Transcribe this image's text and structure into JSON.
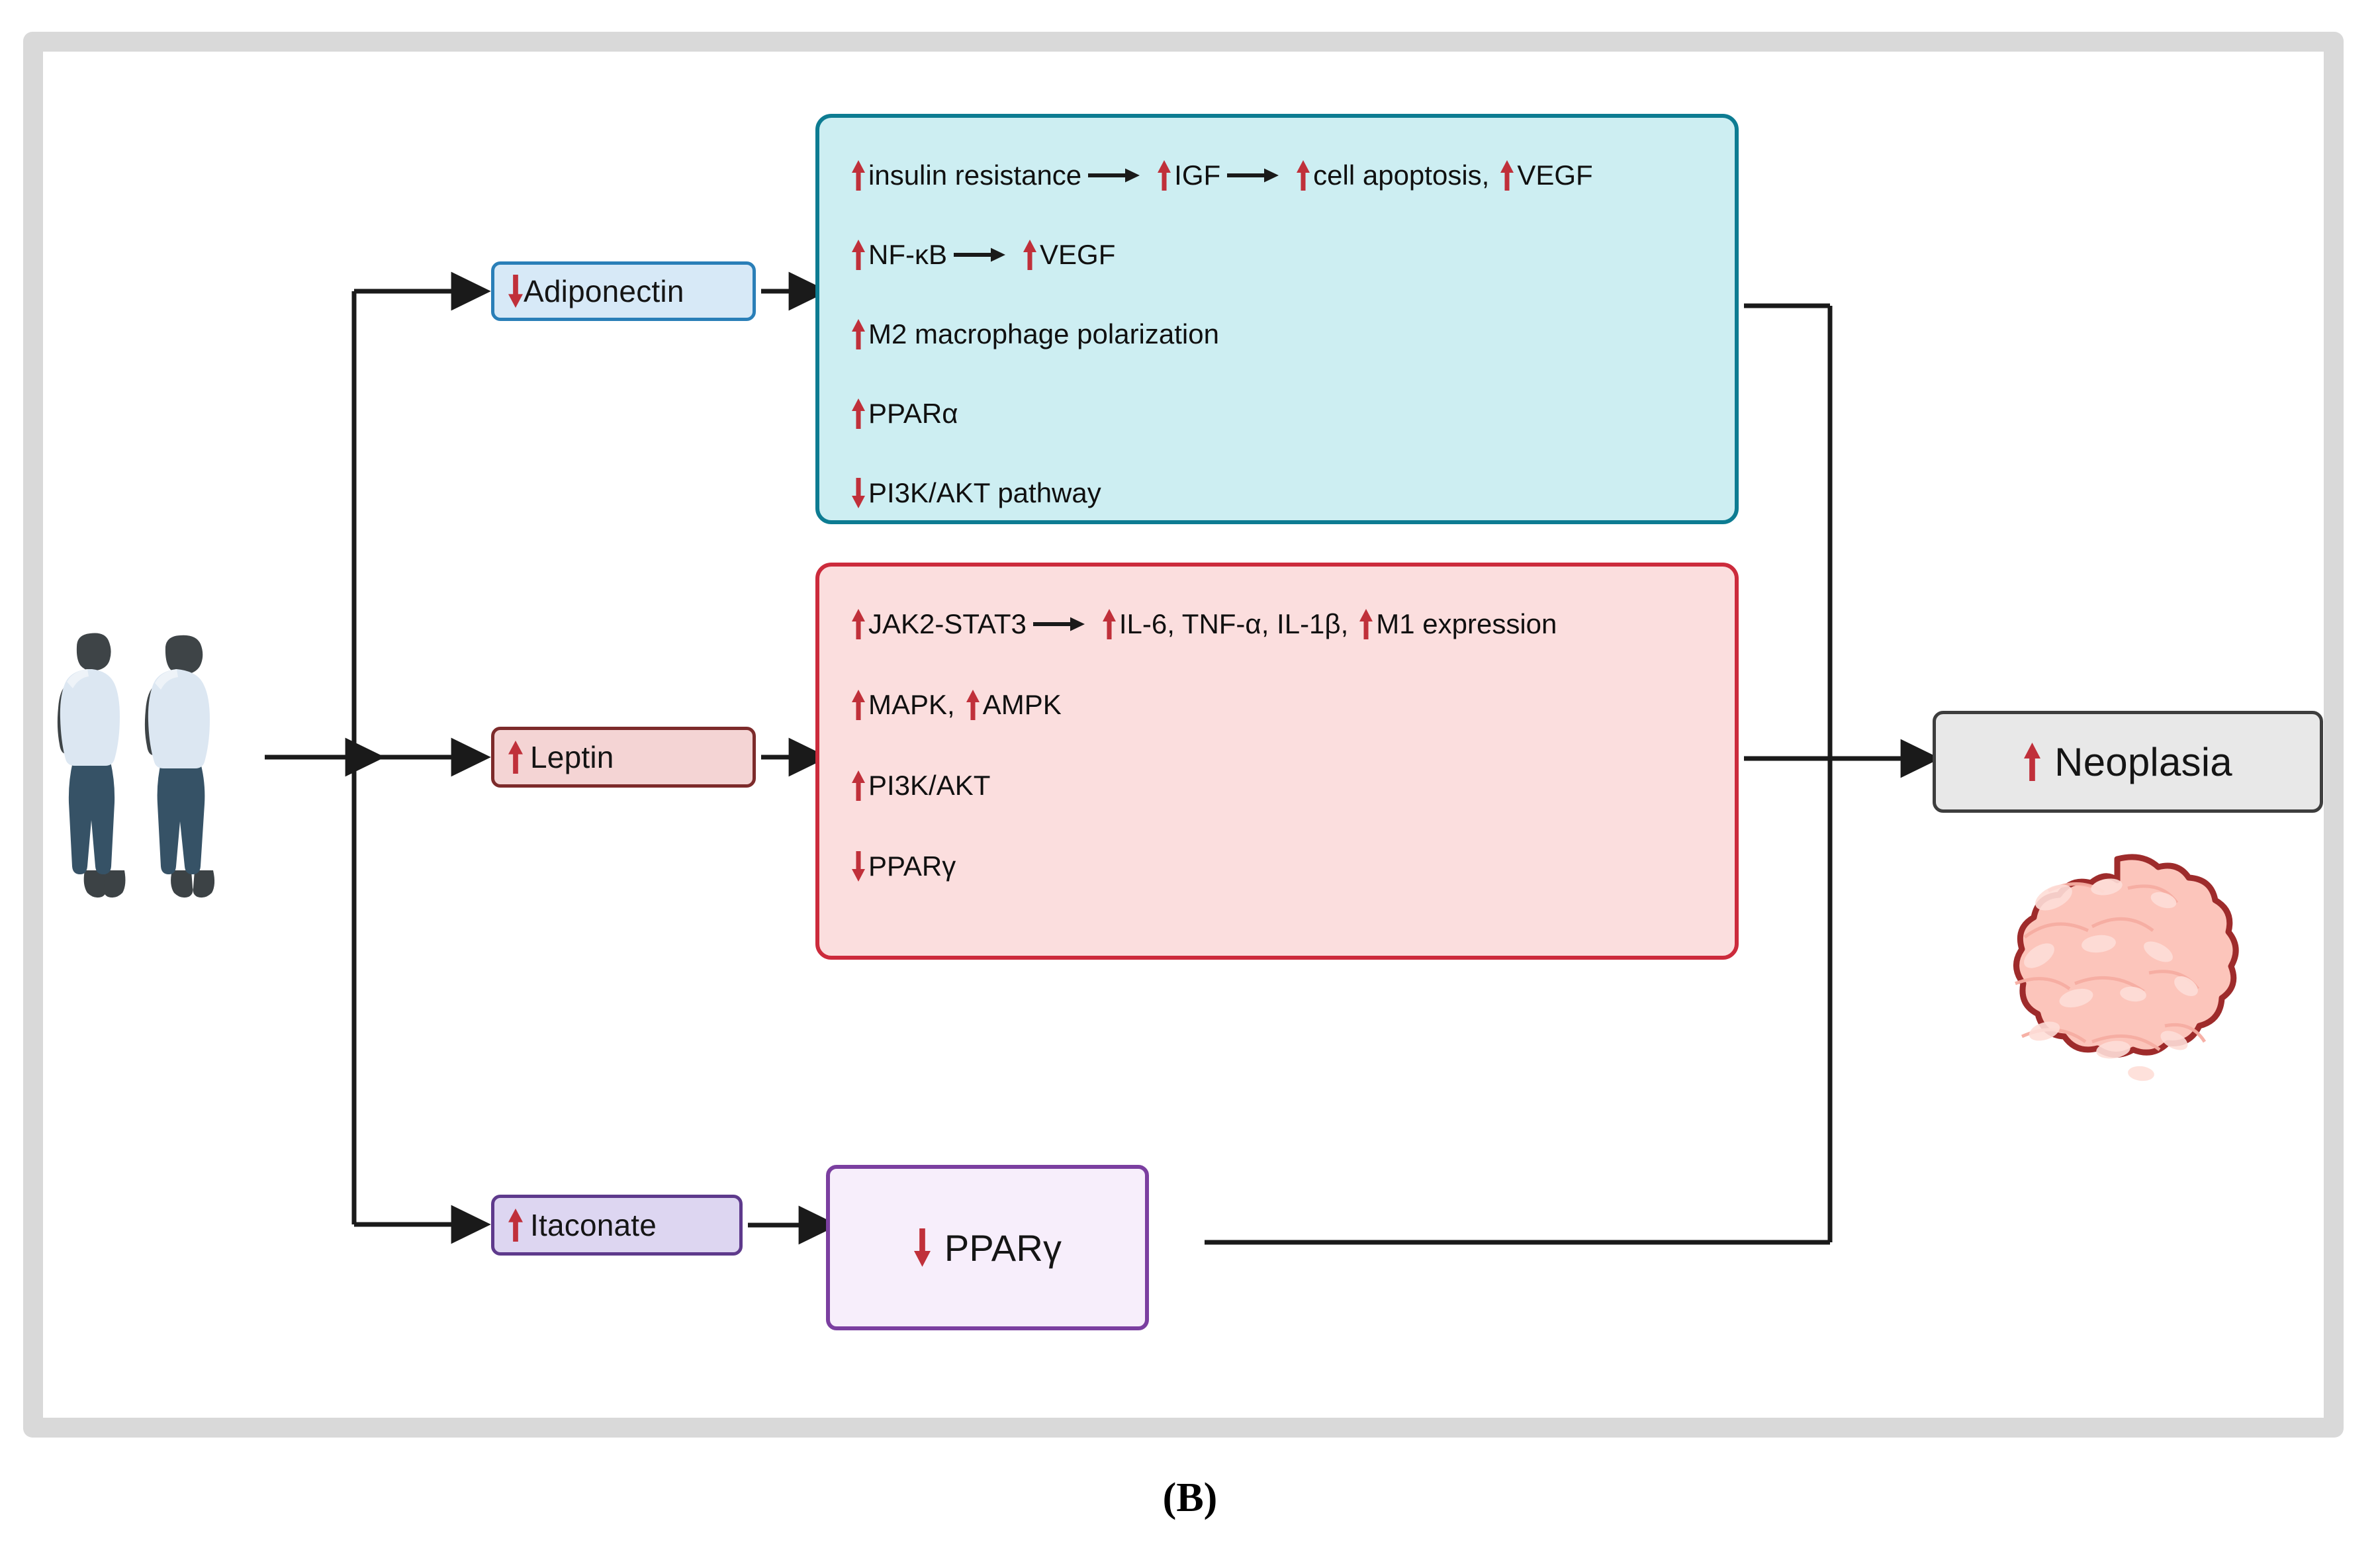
{
  "figure": {
    "panel_label": "(B)",
    "frame_color": "#d9d9d9",
    "accent_red": "#c0303a",
    "accent_teal": "#0d7c92",
    "accent_crimson": "#cc2b3c",
    "accent_purple": "#7b3fa0",
    "accent_blue": "#2a7fb8"
  },
  "source": {
    "label": "obese-people-illustration",
    "shirt_color": "#dce7f2",
    "pants_color": "#3d5a6c",
    "body_color": "#454b4e"
  },
  "outcome_art": {
    "label": "tumor-illustration",
    "fill_color": "#fcc5bb",
    "outline_color": "#9e2b2b"
  },
  "nodes": [
    {
      "id": "adiponectin",
      "arrow": "down",
      "label": "Adiponectin",
      "fill": "#d7e9f7",
      "border": "#2a7fb8"
    },
    {
      "id": "leptin",
      "arrow": "up",
      "label": "Leptin",
      "fill": "#f4d4d4",
      "border": "#7d2b2b"
    },
    {
      "id": "itaconate",
      "arrow": "up",
      "label": "Itaconate",
      "fill": "#ddd6f1",
      "border": "#5e3a8c"
    },
    {
      "id": "ppargamma",
      "arrow": "down",
      "label": "PPARγ",
      "fill": "#f7eefb",
      "border": "#7b3fa0"
    },
    {
      "id": "neoplasia",
      "arrow": "up",
      "label": "Neoplasia",
      "fill": "#e8e8e8",
      "border": "#3d3d3d"
    }
  ],
  "panels": {
    "adiponectin": {
      "id": "panel-adiponectin",
      "fill": "#cdeef2",
      "border": "#0d7c92",
      "lines": [
        {
          "segments": [
            {
              "arrow": "up",
              "text": "insulin resistance"
            },
            {
              "link": true
            },
            {
              "arrow": "up",
              "text": "IGF"
            },
            {
              "link": true
            },
            {
              "arrow": "up",
              "text": "cell apoptosis,"
            },
            {
              "arrow": "up",
              "text": "VEGF"
            }
          ]
        },
        {
          "segments": [
            {
              "arrow": "up",
              "text": "NF-κB"
            },
            {
              "link": true
            },
            {
              "arrow": "up",
              "text": "VEGF"
            }
          ]
        },
        {
          "segments": [
            {
              "arrow": "up",
              "text": "M2 macrophage polarization"
            }
          ]
        },
        {
          "segments": [
            {
              "arrow": "up",
              "text": "PPARα"
            }
          ]
        },
        {
          "segments": [
            {
              "arrow": "down",
              "text": "PI3K/AKT pathway"
            }
          ]
        }
      ]
    },
    "leptin": {
      "id": "panel-leptin",
      "fill": "#fbdede",
      "border": "#cc2b3c",
      "lines": [
        {
          "segments": [
            {
              "arrow": "up",
              "text": "JAK2-STAT3"
            },
            {
              "link": true
            },
            {
              "arrow": "up",
              "text": "IL-6, TNF-α, IL-1β,"
            },
            {
              "arrow": "up",
              "text": "M1 expression"
            }
          ]
        },
        {
          "segments": [
            {
              "arrow": "up",
              "text": "MAPK,"
            },
            {
              "arrow": "up",
              "text": "AMPK"
            }
          ]
        },
        {
          "segments": [
            {
              "arrow": "up",
              "text": "PI3K/AKT"
            }
          ]
        },
        {
          "segments": [
            {
              "arrow": "down",
              "text": "PPARγ"
            }
          ]
        }
      ]
    }
  },
  "icons": {
    "up_arrow": "red-up-arrow-icon",
    "down_arrow": "red-down-arrow-icon",
    "link_arrow": "black-right-arrow-icon"
  }
}
